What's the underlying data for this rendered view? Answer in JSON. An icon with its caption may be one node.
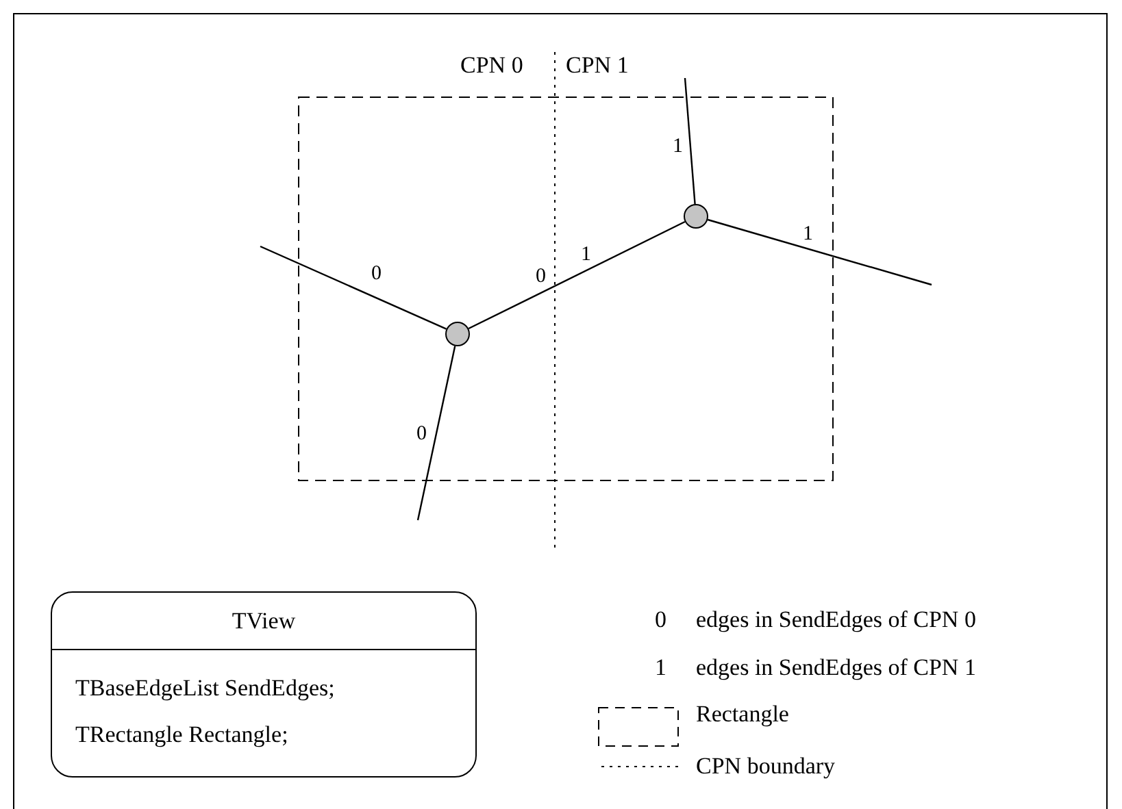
{
  "diagram": {
    "nodes": [
      {
        "text": [],
        "shape": "circle"
      },
      {
        "text": [],
        "shape": "circle"
      },
      {
        "text": [
          "TView",
          "TBaseEdgeList SendEdges;",
          "TRectangle Rectangle;"
        ]
      }
    ],
    "edges": [
      {
        "from": null,
        "to": 0,
        "arrow": "none",
        "label": "0"
      },
      {
        "from": 0,
        "to": null,
        "arrow": "none",
        "label": "0"
      },
      {
        "from": 0,
        "to": 1,
        "arrow": "none"
      },
      {
        "from": null,
        "to": 1,
        "arrow": "none",
        "label": "1"
      },
      {
        "from": 1,
        "to": null,
        "arrow": "none",
        "label": "1"
      }
    ],
    "labels": [
      "CPN 0",
      "CPN 1",
      "0",
      "1",
      "0",
      "1"
    ],
    "legend": [
      {
        "text": "edges in SendEdges of CPN 0"
      },
      {
        "text": "edges in SendEdges of CPN 1"
      },
      {
        "text": "Rectangle"
      },
      {
        "text": "CPN boundary"
      }
    ]
  }
}
